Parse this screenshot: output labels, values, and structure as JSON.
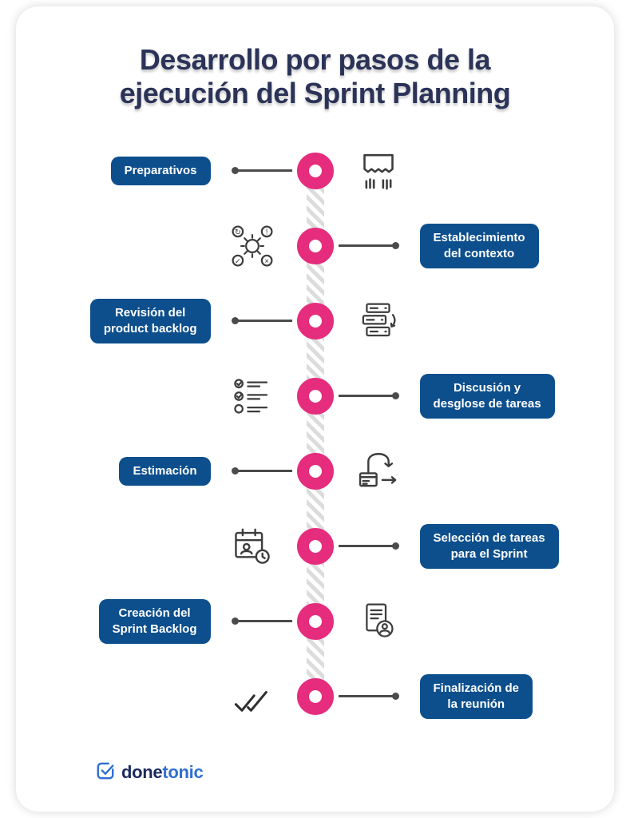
{
  "title": {
    "line1": "Desarrollo por pasos de la",
    "line2": "ejecución del Sprint Planning"
  },
  "steps": [
    {
      "label": "Preparativos",
      "side": "left",
      "icon": "presentation-hands-icon"
    },
    {
      "label": "Establecimiento\ndel contexto",
      "side": "right",
      "icon": "context-gear-network-icon"
    },
    {
      "label": "Revisión del\nproduct backlog",
      "side": "left",
      "icon": "backlog-stack-icon"
    },
    {
      "label": "Discusión y\ndesglose de tareas",
      "side": "right",
      "icon": "task-checklist-icon"
    },
    {
      "label": "Estimación",
      "side": "left",
      "icon": "estimation-iteration-arrow-icon"
    },
    {
      "label": "Selección de tareas\npara el Sprint",
      "side": "right",
      "icon": "calendar-clock-icon"
    },
    {
      "label": "Creación del\nSprint Backlog",
      "side": "left",
      "icon": "document-user-icon"
    },
    {
      "label": "Finalización de\nla reunión",
      "side": "right",
      "icon": "double-check-icon"
    }
  ],
  "footer": {
    "logo_done": "done",
    "logo_tonic": "tonic"
  },
  "colors": {
    "accent_pink": "#E52C7D",
    "label_blue": "#0D4F8D",
    "title_navy": "#2B3358",
    "connector_gray": "#4B4B4B",
    "stripe_gray": "#DCDCDC",
    "logo_navy": "#1B2A5E",
    "logo_blue": "#2F6FD3"
  }
}
